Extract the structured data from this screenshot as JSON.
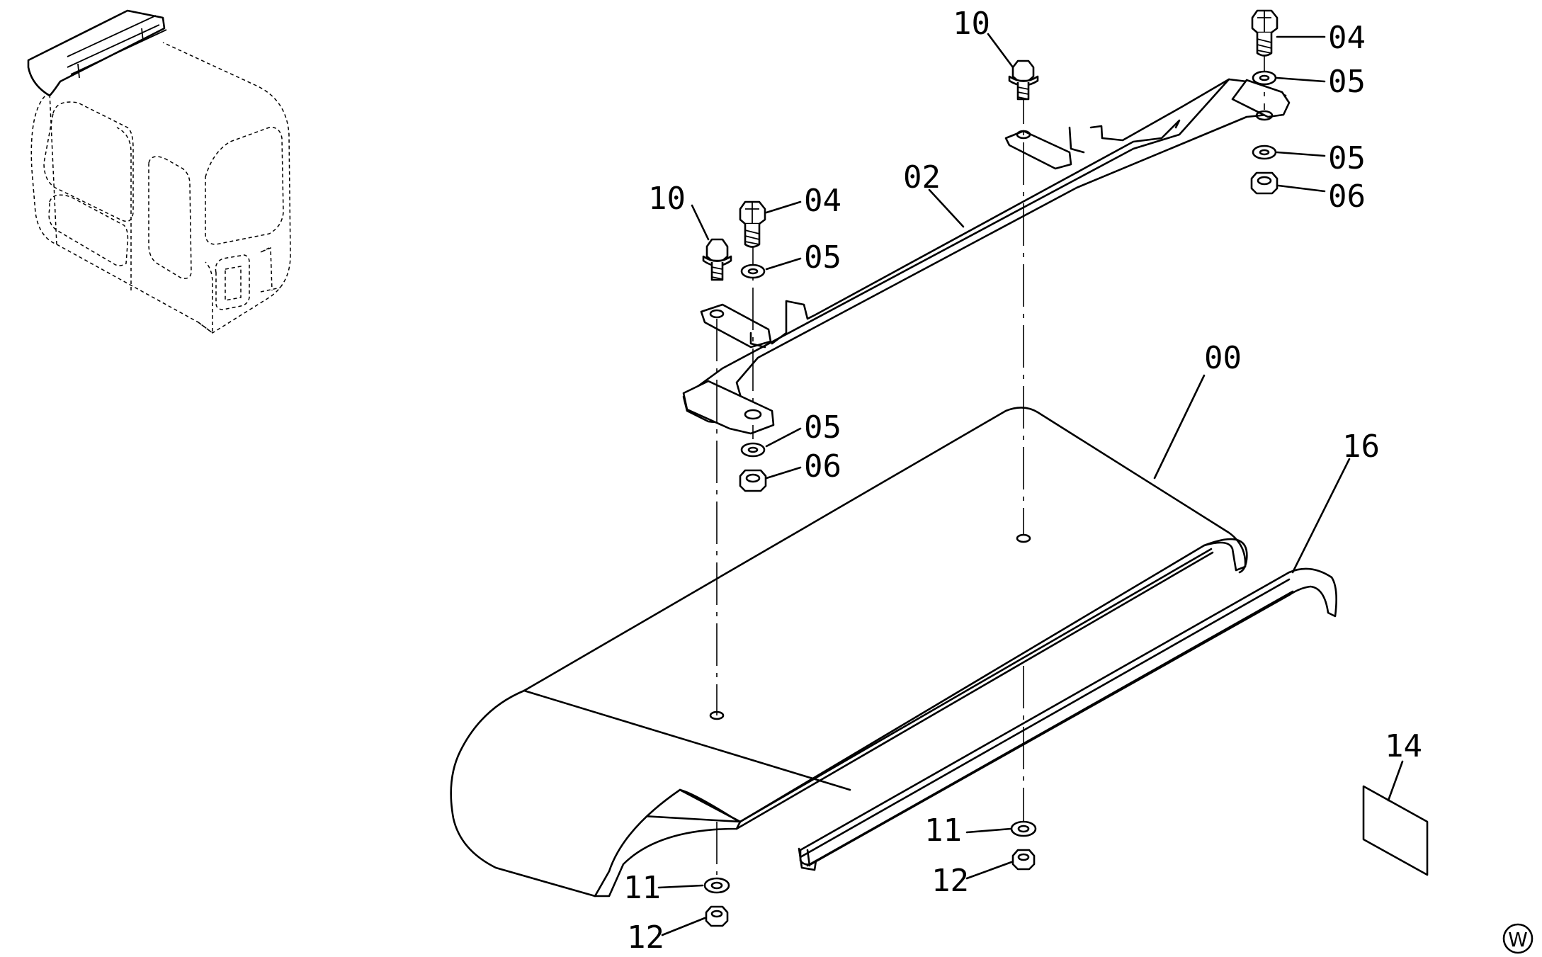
{
  "diagram": {
    "labels": {
      "l_00": "00",
      "l_02": "02",
      "l_04_a": "04",
      "l_04_b": "04",
      "l_05_a": "05",
      "l_05_b": "05",
      "l_05_c": "05",
      "l_05_d": "05",
      "l_06_a": "06",
      "l_06_b": "06",
      "l_10_a": "10",
      "l_10_b": "10",
      "l_11_a": "11",
      "l_11_b": "11",
      "l_12_a": "12",
      "l_12_b": "12",
      "l_14": "14",
      "l_16": "16",
      "cab_mark": "01",
      "corner_mark": "W"
    },
    "colors": {
      "line": "#000000",
      "background": "#ffffff"
    }
  }
}
